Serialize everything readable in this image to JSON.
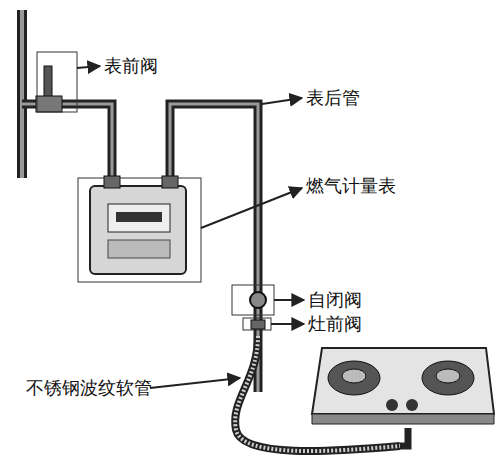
{
  "diagram": {
    "labels": [
      "表前阀",
      "表后管",
      "燃气计量表",
      "自闭阀",
      "灶前阀",
      "不锈钢波纹软管"
    ]
  }
}
